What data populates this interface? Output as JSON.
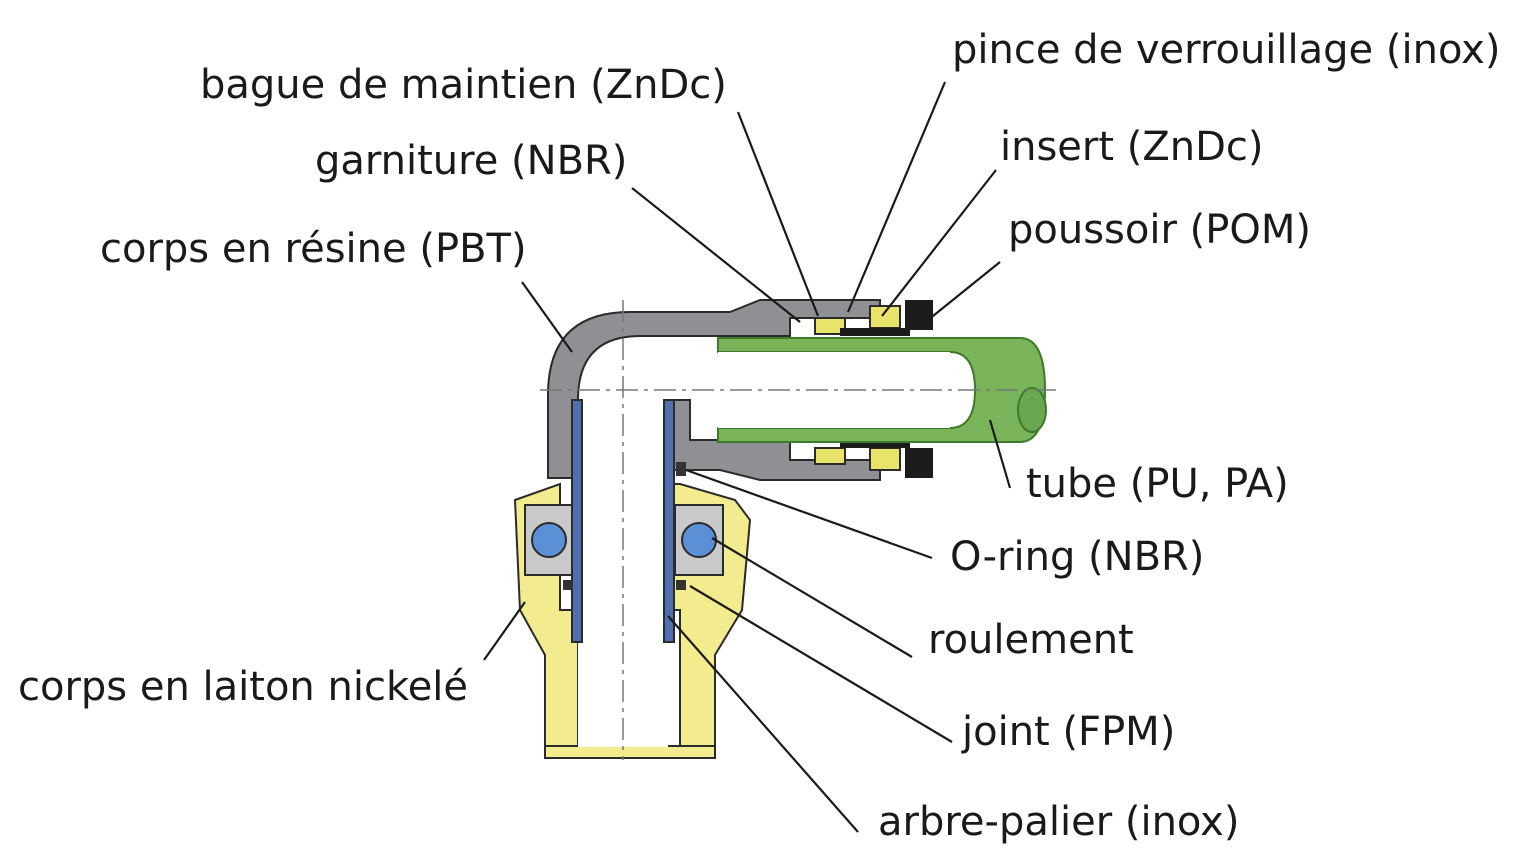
{
  "labels": {
    "bague_maintien": "bague de maintien (ZnDc)",
    "pince": "pince de verrouillage (inox)",
    "insert": "insert (ZnDc)",
    "garniture": "garniture (NBR)",
    "poussoir": "poussoir (POM)",
    "corps_resine": "corps en résine (PBT)",
    "tube": "tube (PU, PA)",
    "oring": "O-ring (NBR)",
    "roulement": "roulement",
    "joint": "joint (FPM)",
    "corps_laiton": "corps en laiton nickelé",
    "arbre": "arbre-palier (inox)"
  },
  "colors": {
    "resin_body": "#8f9093",
    "brass_body": "#f2ec8e",
    "tube": "#79b35a",
    "tube_dark": "#3f7a2a",
    "seal_blue": "#4f6fb0",
    "bearing_ball": "#5b8fd6",
    "insert_yellow": "#e8e36a",
    "pusher": "#1c1c1c",
    "bore": "#ffffff"
  }
}
